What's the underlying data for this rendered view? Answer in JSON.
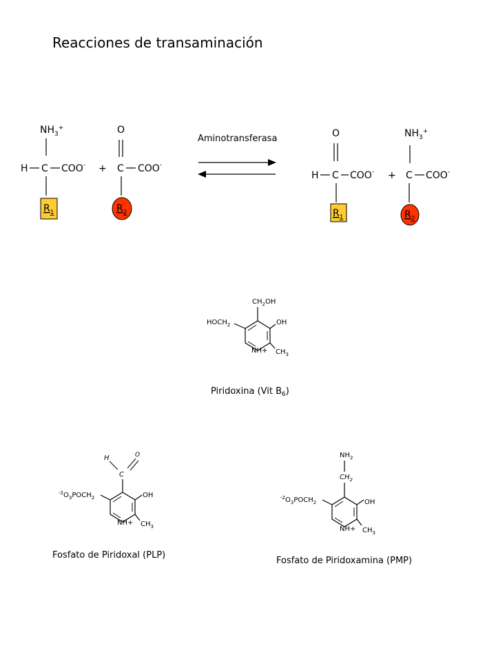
{
  "title": "Reacciones de transaminación",
  "enzyme": "Aminotransferasa",
  "atoms": {
    "h": "H",
    "c": "C",
    "coo": "COO",
    "minus": "-",
    "nh3": "NH",
    "nh3_sub": "3",
    "plus_sup": "+",
    "o": "O",
    "plus": "+",
    "r": "R",
    "r1_sub": "1",
    "r2_sub": "2"
  },
  "colors": {
    "r1_fill": "#ffcc33",
    "r2_fill": "#ff3300"
  },
  "pyridoxine": {
    "ch2oh": "CH",
    "ch2oh_sub": "2",
    "ch2oh_end": "OH",
    "hoch2": "HOCH",
    "hoch2_sub": "2",
    "oh": "OH",
    "nh": "NH+",
    "ch3": "CH",
    "ch3_sub": "3",
    "caption": "Piridoxina (Vit B",
    "caption_sub": "6",
    "caption_end": ")"
  },
  "plp": {
    "h": "H",
    "o": "O",
    "c": "C",
    "phos_sup": "-2",
    "phos": "O",
    "phos_sub1": "3",
    "phos_mid": "POCH",
    "phos_sub2": "2",
    "oh": "OH",
    "nh": "NH+",
    "ch3": "CH",
    "ch3_sub": "3",
    "caption": "Fosfato de Piridoxal (PLP)"
  },
  "pmp": {
    "nh2": "NH",
    "nh2_sub": "2",
    "ch2": "CH",
    "ch2_sub": "2",
    "phos_sup": "-2",
    "phos": "O",
    "phos_sub1": "3",
    "phos_mid": "POCH",
    "phos_sub2": "2",
    "oh": "OH",
    "nh": "NH+",
    "ch3": "CH",
    "ch3_sub": "3",
    "caption": "Fosfato de Piridoxamina (PMP)"
  }
}
